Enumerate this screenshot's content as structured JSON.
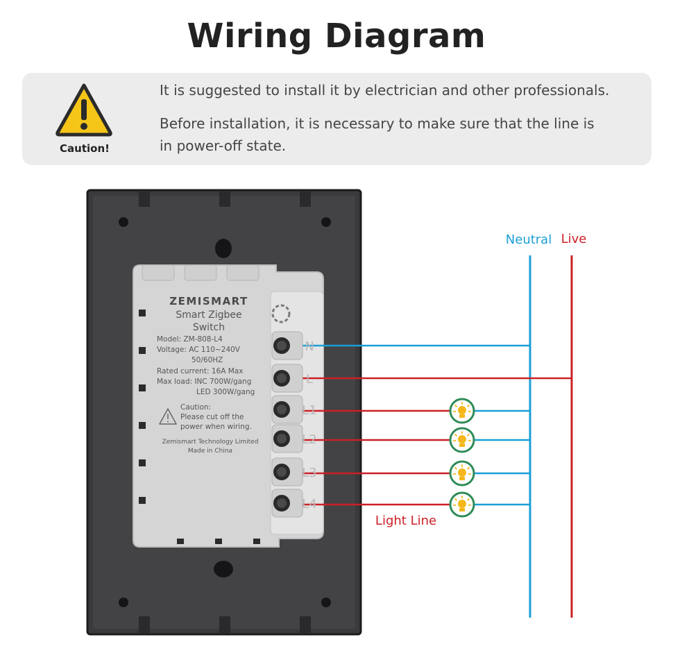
{
  "title": "Wiring Diagram",
  "caution": {
    "label": "Caution!",
    "line1": "It is suggested to install it by electrician and other professionals.",
    "line2": "Before installation, it is necessary to make sure that the line is in power-off state."
  },
  "wires": {
    "neutral_label": "Neutral",
    "live_label": "Live",
    "light_label": "Light Line",
    "neutral_color": "#1a9fd8",
    "live_color": "#cc1f26"
  },
  "device": {
    "brand": "ZEMISMART",
    "name_line1": "Smart Zigbee",
    "name_line2": "Switch",
    "model": "Model: ZM-808-L4",
    "voltage": "Voltage: AC 110~240V",
    "frequency": "50/60HZ",
    "rated_current": "Rated current: 16A Max",
    "max_load": "Max load: INC 700W/gang",
    "max_load_led": "LED 300W/gang",
    "caution_title": "Caution:",
    "caution_line1": "Please cut off the",
    "caution_line2": "power when wiring.",
    "maker": "Zemismart Technology Limited",
    "origin": "Made in China"
  },
  "terminals": [
    "N",
    "L",
    "L1",
    "L2",
    "L3",
    "L4"
  ]
}
